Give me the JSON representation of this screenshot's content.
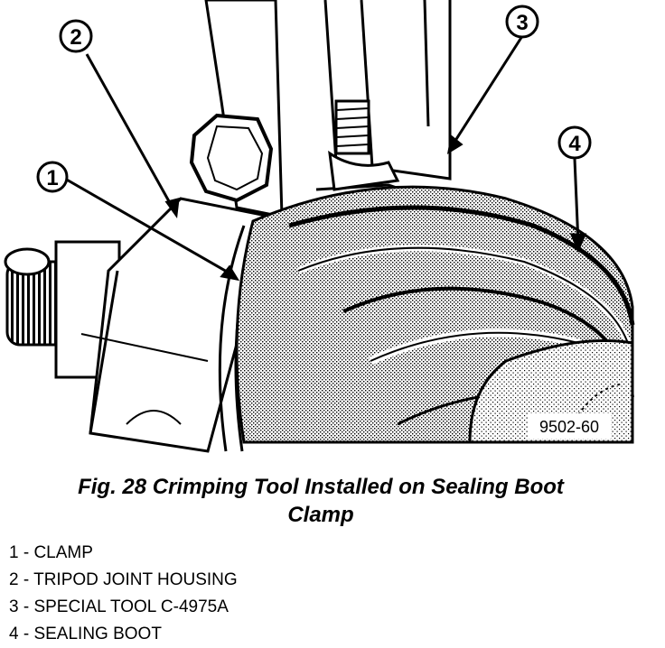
{
  "callouts": [
    {
      "number": "1",
      "label": "CLAMP"
    },
    {
      "number": "2",
      "label": "TRIPOD JOINT HOUSING"
    },
    {
      "number": "3",
      "label": "SPECIAL TOOL C-4975A"
    },
    {
      "number": "4",
      "label": "SEALING BOOT"
    }
  ],
  "figure_code": "9502-60",
  "caption": {
    "line1": "Fig. 28 Crimping Tool Installed on Sealing Boot",
    "line2": "Clamp"
  },
  "legend": [
    "1 - CLAMP",
    "2 - TRIPOD JOINT HOUSING",
    "3 - SPECIAL TOOL C-4975A",
    "4 - SEALING BOOT"
  ]
}
